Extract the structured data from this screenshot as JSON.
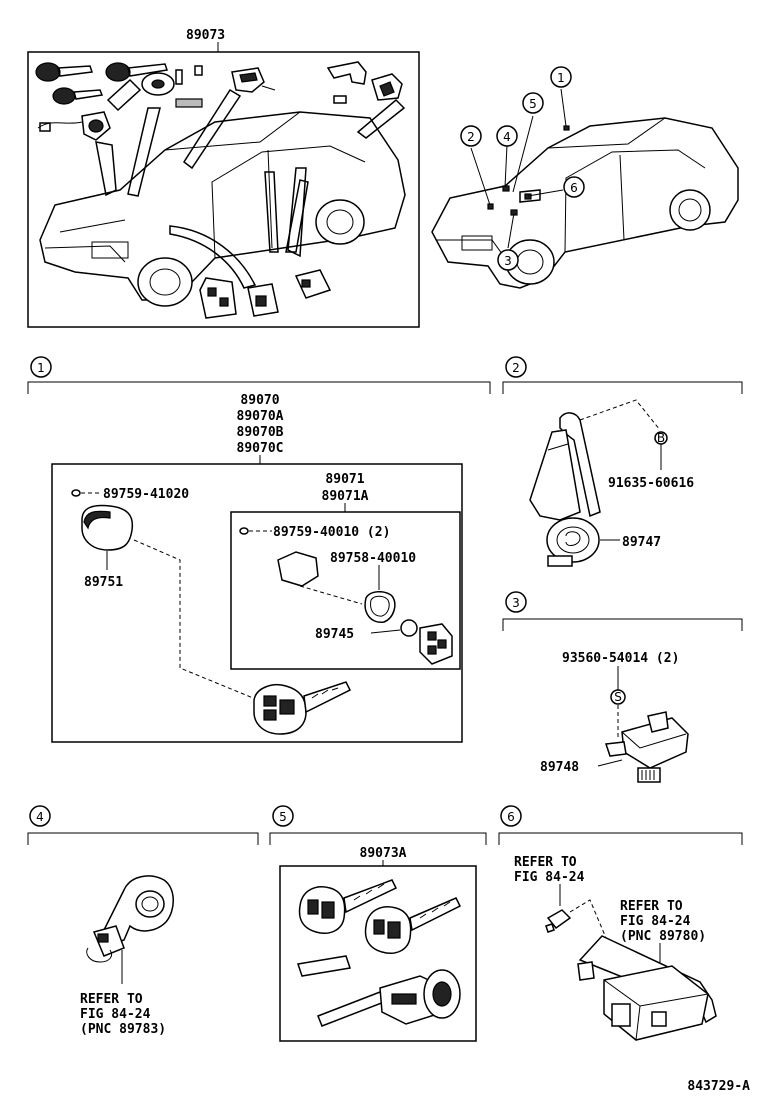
{
  "colors": {
    "ink": "#000000",
    "paper": "#ffffff"
  },
  "top_left": {
    "part_number": "89073"
  },
  "callouts": [
    "1",
    "2",
    "3",
    "4",
    "5",
    "6"
  ],
  "section1": {
    "num": "1",
    "assembly": [
      "89070",
      "89070A",
      "89070B",
      "89070C"
    ],
    "sub_assembly": [
      "89071",
      "89071A"
    ],
    "screw_outer": "89759-41020",
    "cover": "89751",
    "screw_inner": "89759-40010 (2)",
    "gasket": "89758-40010",
    "battery": "89745"
  },
  "section2": {
    "num": "2",
    "bolt_code": "B",
    "bolt": "91635-60616",
    "part": "89747"
  },
  "section3": {
    "num": "3",
    "screw_code": "S",
    "screw": "93560-54014 (2)",
    "part": "89748"
  },
  "section4": {
    "num": "4",
    "refer": [
      "REFER TO",
      "FIG 84-24",
      "(PNC 89783)"
    ]
  },
  "section5": {
    "num": "5",
    "part": "89073A"
  },
  "section6": {
    "num": "6",
    "refer_a": [
      "REFER TO",
      "FIG 84-24"
    ],
    "refer_b": [
      "REFER TO",
      "FIG 84-24",
      "(PNC 89780)"
    ]
  },
  "footer": {
    "code": "843729-A"
  }
}
